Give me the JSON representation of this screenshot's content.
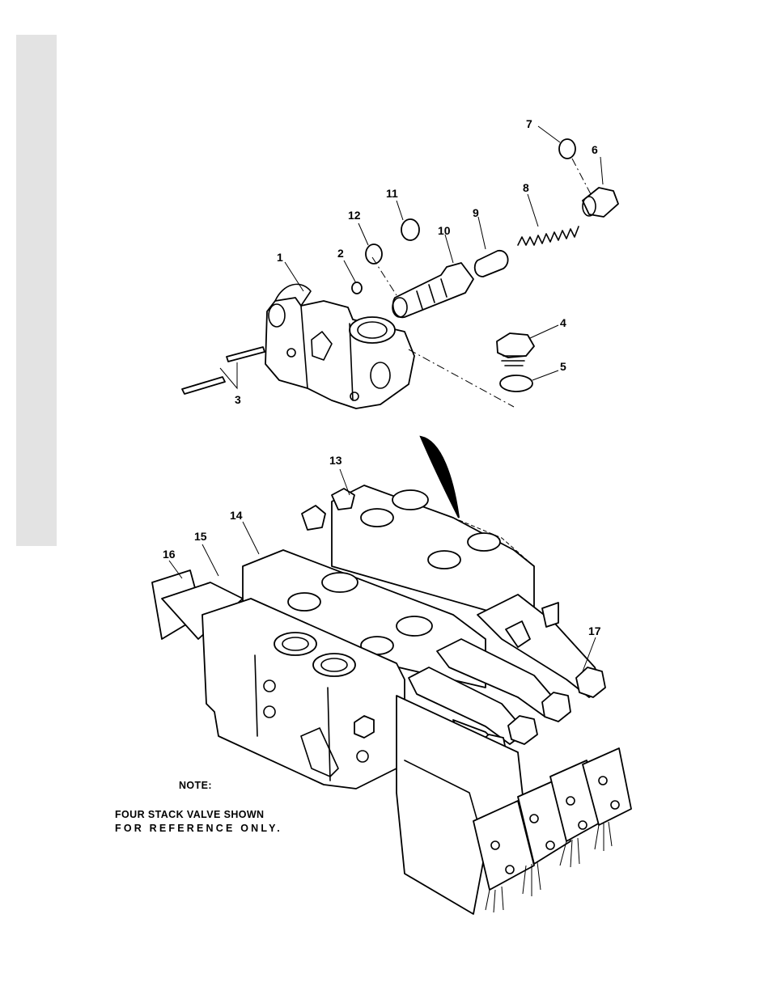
{
  "callouts": {
    "c1": "1",
    "c2": "2",
    "c3": "3",
    "c4": "4",
    "c5": "5",
    "c6": "6",
    "c7": "7",
    "c8": "8",
    "c9": "9",
    "c10": "10",
    "c11": "11",
    "c12": "12",
    "c13": "13",
    "c14": "14",
    "c15": "15",
    "c16": "16",
    "c17": "17"
  },
  "note": {
    "heading": "NOTE:",
    "line1": "FOUR STACK VALVE SHOWN",
    "line2": "FOR REFERENCE ONLY."
  },
  "colors": {
    "band": "#e3e3e3",
    "ink": "#000000"
  }
}
